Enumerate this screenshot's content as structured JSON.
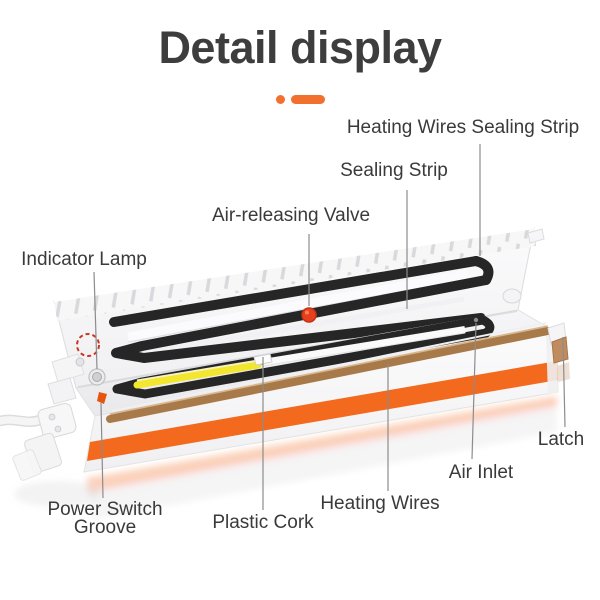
{
  "header": {
    "title": "Detail display"
  },
  "labels": {
    "heating_wires_sealing_strip": "Heating Wires Sealing Strip",
    "sealing_strip": "Sealing Strip",
    "air_releasing_valve": "Air-releasing Valve",
    "indicator_lamp": "Indicator Lamp",
    "latch": "Latch",
    "air_inlet": "Air Inlet",
    "heating_wires": "Heating Wires",
    "plastic_cork": "Plastic Cork",
    "power_switch_groove": "Power Switch Groove"
  },
  "colors": {
    "page_bg": "#ffffff",
    "title_text": "#3d3d3d",
    "label_text": "#3a3a3a",
    "accent_orange": "#f2702e",
    "band_orange": "#f36a1e",
    "machine_body": "#ffffff",
    "gasket_black": "#262626",
    "heating_wire_brown": "#a87949",
    "foam_yellow": "#f2e62e",
    "valve_red": "#e8401c",
    "leader_line": "#8c8c8c"
  }
}
